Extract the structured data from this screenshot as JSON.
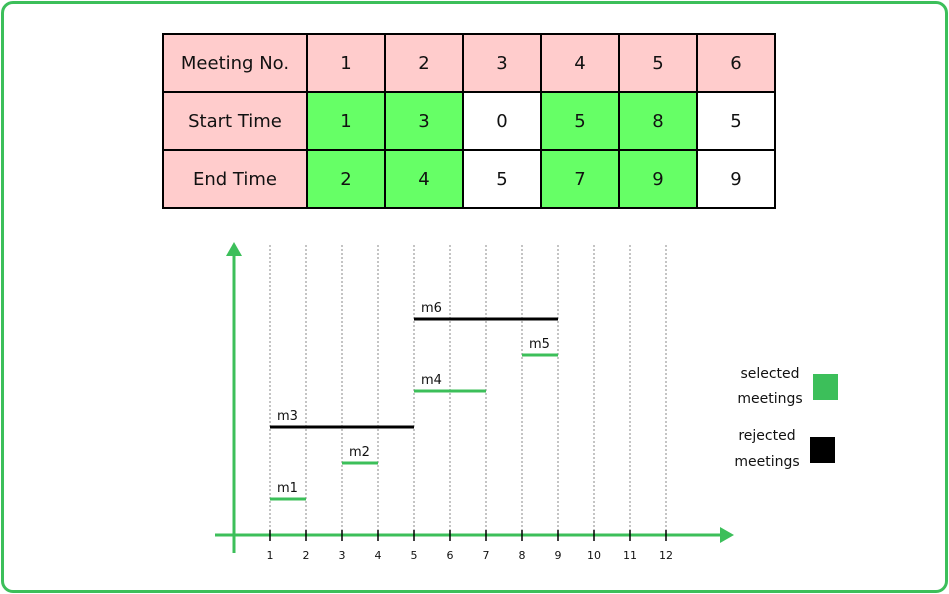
{
  "table": {
    "rows": [
      {
        "label": "Meeting No.",
        "cells": [
          "1",
          "2",
          "3",
          "4",
          "5",
          "6"
        ],
        "fills": [
          "pink",
          "pink",
          "pink",
          "pink",
          "pink",
          "pink"
        ]
      },
      {
        "label": "Start Time",
        "cells": [
          "1",
          "3",
          "0",
          "5",
          "8",
          "5"
        ],
        "fills": [
          "green",
          "green",
          "white",
          "green",
          "green",
          "white"
        ]
      },
      {
        "label": "End Time",
        "cells": [
          "2",
          "4",
          "5",
          "7",
          "9",
          "9"
        ],
        "fills": [
          "green",
          "green",
          "white",
          "green",
          "green",
          "white"
        ]
      }
    ]
  },
  "timeline": {
    "ticks": [
      "1",
      "2",
      "3",
      "4",
      "5",
      "6",
      "7",
      "8",
      "9",
      "10",
      "11",
      "12"
    ],
    "meetings": [
      {
        "label": "m1",
        "start": 1,
        "end": 2,
        "status": "selected"
      },
      {
        "label": "m2",
        "start": 3,
        "end": 4,
        "status": "selected"
      },
      {
        "label": "m3",
        "start": 1,
        "end": 5,
        "status": "rejected"
      },
      {
        "label": "m4",
        "start": 5,
        "end": 7,
        "status": "selected"
      },
      {
        "label": "m5",
        "start": 8,
        "end": 9,
        "status": "selected"
      },
      {
        "label": "m6",
        "start": 5,
        "end": 9,
        "status": "rejected"
      }
    ]
  },
  "legend": {
    "selected_line1": "selected",
    "selected_line2": "meetings",
    "rejected_line1": "rejected",
    "rejected_line2": "meetings"
  },
  "colors": {
    "selected": "#3cbf5a",
    "rejected": "#000000",
    "axis": "#3cbf5a",
    "header_fill": "#ffcccc",
    "highlight_fill": "#66ff66",
    "frame": "#3cbf5a"
  }
}
